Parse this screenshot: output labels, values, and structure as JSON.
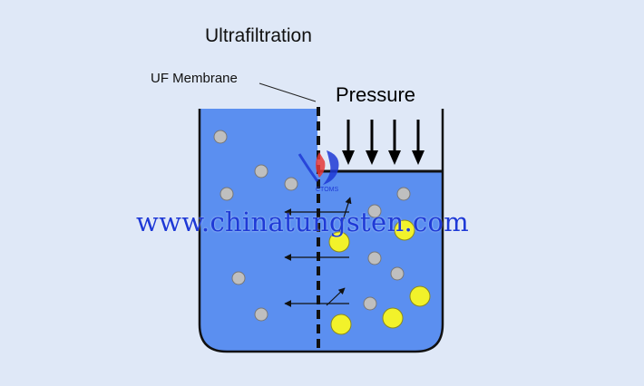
{
  "title": "Ultrafiltration",
  "labels": {
    "membrane": "UF Membrane",
    "pressure": "Pressure"
  },
  "watermark": {
    "text": "www.chinatungsten.com",
    "logo_text": "CTOMS"
  },
  "colors": {
    "background": "#dfe8f7",
    "liquid": "#5b8ff0",
    "container_outline": "#111111",
    "small_particle": "#bfbfbf",
    "large_particle": "#f2f22a",
    "watermark": "#1f3ad6",
    "logo_red": "#e53a3a"
  },
  "icons": {
    "pressure_arrows": "arrow-down-icon",
    "flow_arrows": "arrow-left-icon",
    "logo": "ctoms-logo-icon"
  }
}
